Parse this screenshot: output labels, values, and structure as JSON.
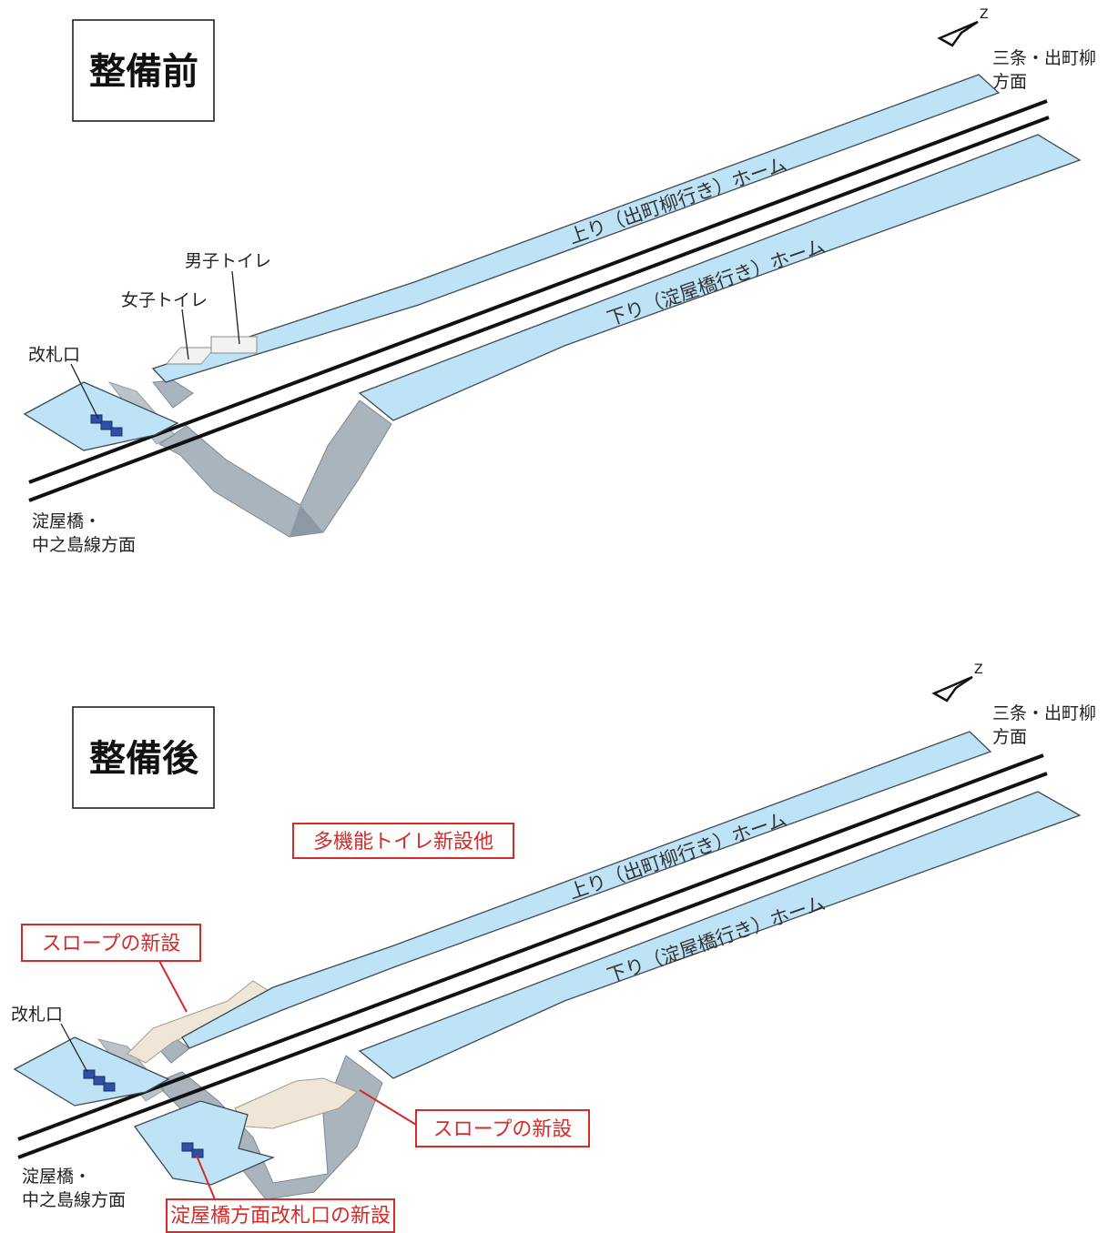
{
  "before": {
    "title": "整備前",
    "north_label": "Z",
    "direction_northeast_line1": "三条・出町柳",
    "direction_northeast_line2": "方面",
    "direction_southwest_line1": "淀屋橋・",
    "direction_southwest_line2": "中之島線方面",
    "platform_up": "上り（出町柳行き）ホーム",
    "platform_down": "下り（淀屋橋行き）ホーム",
    "toilet_men": "男子トイレ",
    "toilet_women": "女子トイレ",
    "ticket_gate": "改札口"
  },
  "after": {
    "title": "整備後",
    "north_label": "Z",
    "direction_northeast_line1": "三条・出町柳",
    "direction_northeast_line2": "方面",
    "direction_southwest_line1": "淀屋橋・",
    "direction_southwest_line2": "中之島線方面",
    "platform_up": "上り（出町柳行き）ホーム",
    "platform_down": "下り（淀屋橋行き）ホーム",
    "ticket_gate": "改札口",
    "callout_toilet": "多機能トイレ新設他",
    "callout_slope_upper": "スロープの新設",
    "callout_slope_lower": "スロープの新設",
    "callout_new_gate": "淀屋橋方面改札口の新設"
  },
  "colors": {
    "platform": "#bfe3f6",
    "stairs": "#a9b4bd",
    "slope": "#efe6d8",
    "ticket_gate": "#2d4fa8",
    "callout_red": "#d42a2a"
  }
}
